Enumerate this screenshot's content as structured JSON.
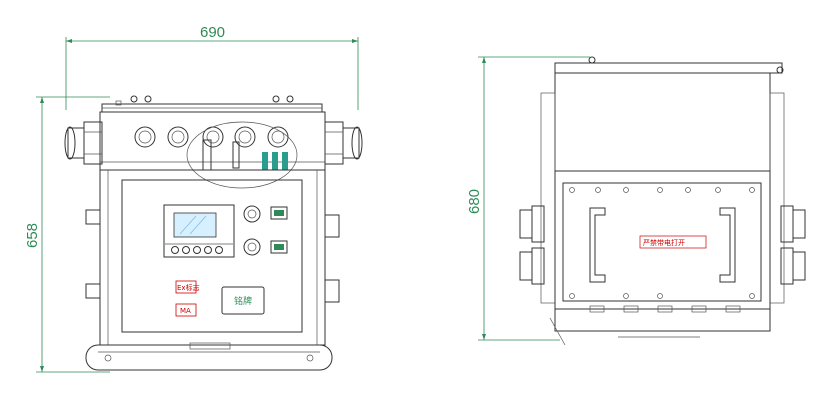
{
  "front_view": {
    "width_dim": "690",
    "height_dim": "658",
    "ex_label": "Ex标志",
    "mc_label": "MA",
    "nameplate_label": "铭牌"
  },
  "side_view": {
    "height_dim": "680",
    "warning_label": "严禁带电打开"
  },
  "colors": {
    "dimension": "#2e8b57",
    "outline": "#333333",
    "warning": "#cc0000",
    "indicator": "#2e8b57"
  }
}
